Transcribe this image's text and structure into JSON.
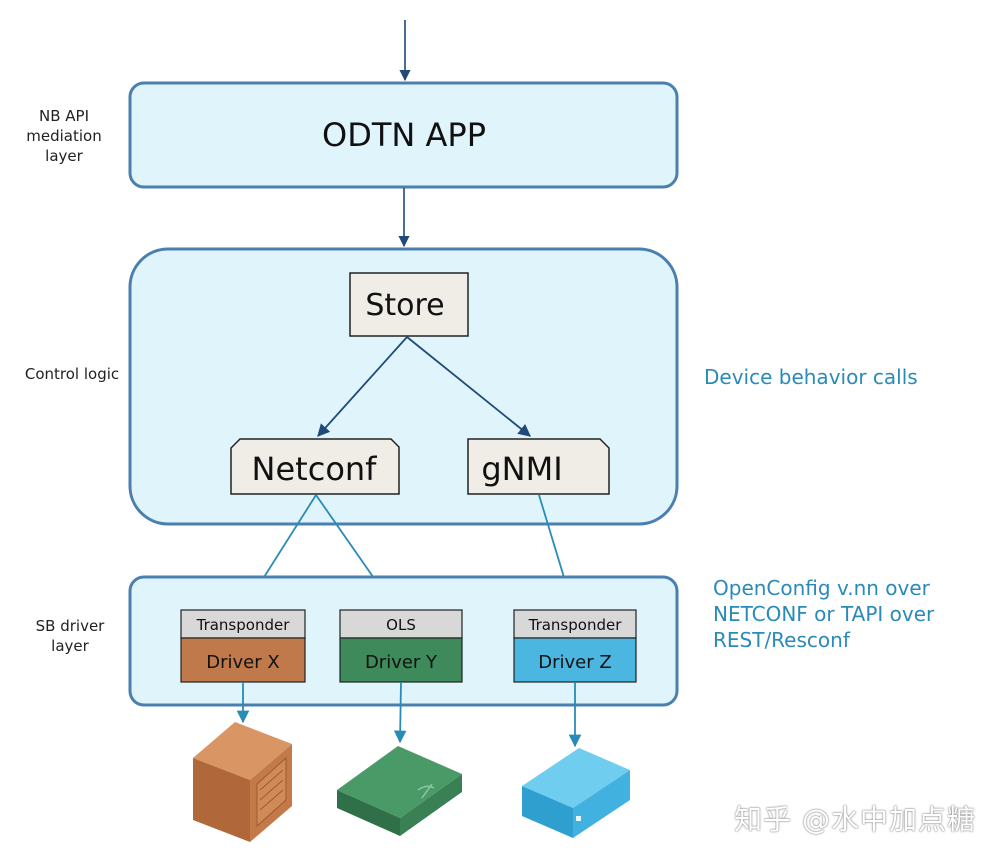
{
  "layers": {
    "nb": "NB API\nmediation\nlayer",
    "control": "Control logic",
    "sb": "SB driver\nlayer"
  },
  "app": {
    "title": "ODTN APP"
  },
  "control": {
    "store": "Store",
    "netconf": "Netconf",
    "gnmi": "gNMI"
  },
  "drivers": [
    {
      "type": "Transponder",
      "name": "Driver X",
      "color": "#c0794a"
    },
    {
      "type": "OLS",
      "name": "Driver Y",
      "color": "#3f8a5a"
    },
    {
      "type": "Transponder",
      "name": "Driver Z",
      "color": "#4bb6e0"
    }
  ],
  "notes": {
    "device_calls": "Device behavior calls",
    "openconfig": "OpenConfig v.nn over\nNETCONF or TAPI over\nREST/Resconf"
  },
  "watermark": "知乎 @水中加点糖",
  "colors": {
    "panel_fill": "#dff5fb",
    "panel_stroke": "#4a7fb0",
    "box_fill": "#efede6",
    "arrow": "#1f4a7a",
    "arrow_blue": "#2a8ab8",
    "header_fill": "#d8d8d8"
  }
}
